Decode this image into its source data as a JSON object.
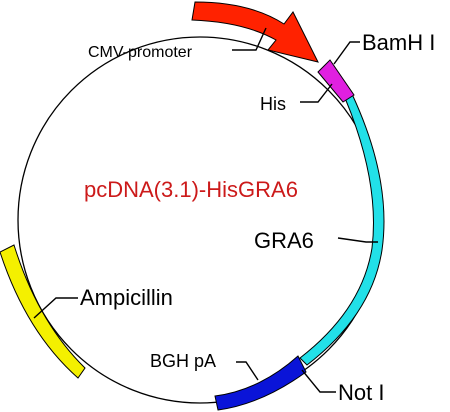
{
  "plasmid": {
    "name": "pcDNA(3.1)-HisGRA6",
    "name_color": "#cc1a1a",
    "features": [
      {
        "id": "cmv",
        "label": "CMV-promoter",
        "color": "#ff2200",
        "type": "arrow"
      },
      {
        "id": "his",
        "label": "His",
        "color": "#e020e0",
        "type": "segment"
      },
      {
        "id": "gra6",
        "label": "GRA6",
        "color": "#22e0e8",
        "type": "segment"
      },
      {
        "id": "bgh",
        "label": "BGH pA",
        "color": "#0a14d8",
        "type": "segment"
      },
      {
        "id": "amp",
        "label": "Ampicillin",
        "color": "#f4f000",
        "type": "segment"
      }
    ],
    "sites": [
      {
        "id": "bamh1",
        "label": "BamH I"
      },
      {
        "id": "not1",
        "label": "Not I"
      }
    ]
  }
}
